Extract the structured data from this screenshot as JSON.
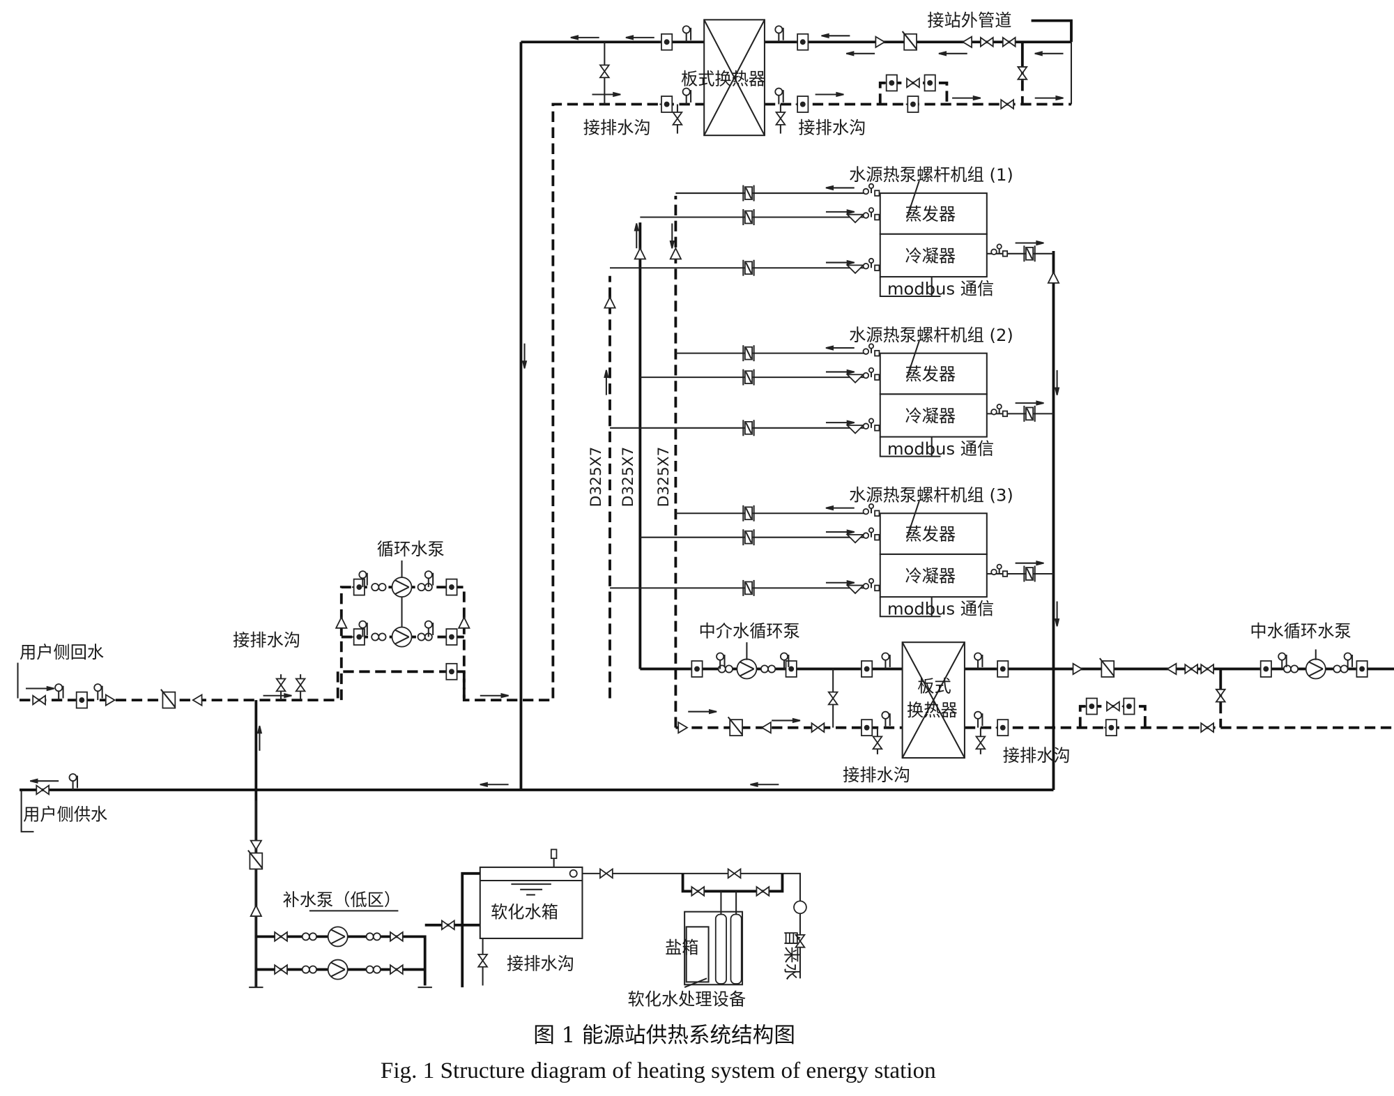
{
  "figure": {
    "caption_cn": "图 1  能源站供热系统结构图",
    "caption_en": "Fig. 1  Structure diagram of heating system of energy station"
  },
  "labels": {
    "external_pipe": "接站外管道",
    "plate_hx_top": "板式换热器",
    "drain_top_left": "接排水沟",
    "drain_top_right": "接排水沟",
    "heat_pump_units": [
      {
        "title": "水源热泵螺杆机组 (1)",
        "evaporator": "蒸发器",
        "condenser": "冷凝器",
        "comm": "modbus 通信"
      },
      {
        "title": "水源热泵螺杆机组 (2)",
        "evaporator": "蒸发器",
        "condenser": "冷凝器",
        "comm": "modbus 通信"
      },
      {
        "title": "水源热泵螺杆机组 (3)",
        "evaporator": "蒸发器",
        "condenser": "冷凝器",
        "comm": "modbus 通信"
      }
    ],
    "circ_pump": "循环水泵",
    "user_return": "用户侧回水",
    "user_supply": "用户侧供水",
    "drain_left": "接排水沟",
    "intermediate_pump": "中介水循环泵",
    "plate_hx_mid_line1": "板式",
    "plate_hx_mid_line2": "换热器",
    "drain_mid_left": "接排水沟",
    "drain_mid_right": "接排水沟",
    "reclaimed_pump": "中水循环水泵",
    "makeup_pump": "补水泵（低区）",
    "soft_tank": "软化水箱",
    "drain_bottom": "接排水沟",
    "salt_box": "盐箱",
    "softening_equipment": "软化水处理设备",
    "tap_water": "自来水",
    "pipe_spec_1": "D325X7",
    "pipe_spec_2": "D325X7",
    "pipe_spec_3": "D325X7",
    "flowmeter": "FM"
  }
}
